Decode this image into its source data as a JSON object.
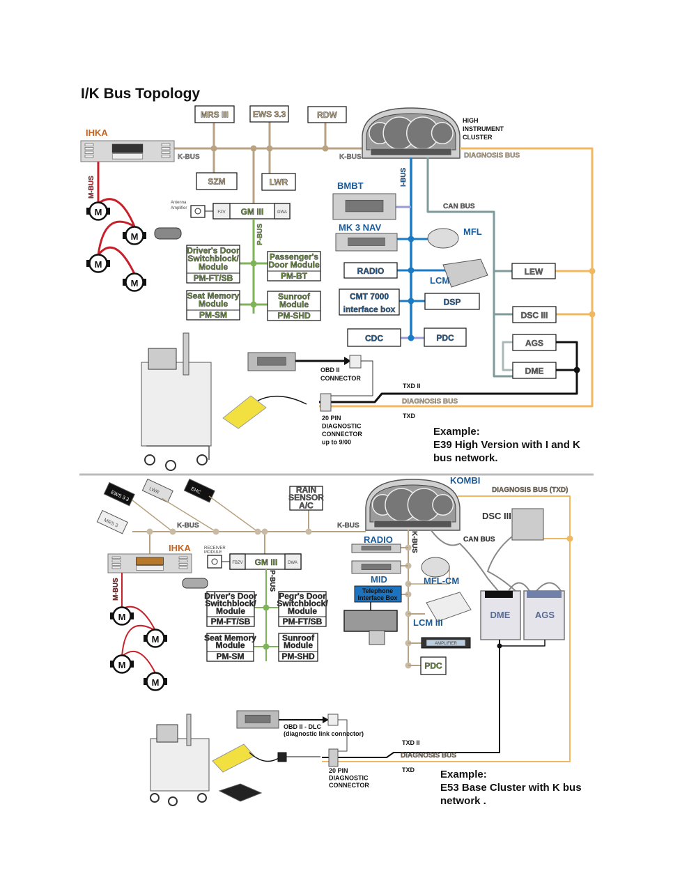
{
  "title": "I/K Bus Topology",
  "colors": {
    "k_bus": "#b8a282",
    "m_bus": "#c8202a",
    "p_bus": "#7fb35a",
    "i_bus": "#1a7ac4",
    "can_bus": "#7f9a9a",
    "diagnosis_bus": "#f0b860",
    "txd_line": "#111111",
    "module_text_tan": "#c8b088",
    "module_text_green": "#6a8f3e",
    "module_text_blue": "#1a5a98",
    "ihka_label": "#c0662a"
  },
  "top": {
    "ihka": "IHKA",
    "k_bus_1": "K-BUS",
    "k_bus_2": "K-BUS",
    "m_bus": "M-BUS",
    "p_bus": "P-BUS",
    "i_bus": "I-BUS",
    "can_bus": "CAN BUS",
    "diagnosis_bus_1": "DIAGNOSIS BUS",
    "diagnosis_bus_2": "DIAGNOSIS BUS",
    "txd_ii": "TXD II",
    "txd": "TXD",
    "cluster": [
      "HIGH",
      "INSTRUMENT",
      "CLUSTER"
    ],
    "antenna": [
      "Antenna",
      "Amplifier"
    ],
    "bmbt": "BMBT",
    "mk3nav": "MK 3 NAV",
    "mfl": "MFL",
    "lcm": "LCM",
    "obd": [
      "OBD II",
      "CONNECTOR"
    ],
    "pin": [
      "20 PIN",
      "DIAGNOSTIC",
      "CONNECTOR",
      "up to 9/00"
    ],
    "motor": "M",
    "modules": {
      "mrs": "MRS III",
      "ews": "EWS 3.3",
      "rdw": "RDW",
      "szm": "SZM",
      "lwr": "LWR",
      "gm": "GM III",
      "fzv": "FZV",
      "dwa": "DWA",
      "driver": [
        "Driver's Door",
        "Switchblock/",
        "Module",
        "PM-FT/SB"
      ],
      "passenger": [
        "Passenger's",
        "Door Module",
        "PM-BT"
      ],
      "seat": [
        "Seat Memory",
        "Module",
        "PM-SM"
      ],
      "sunroof": [
        "Sunroof",
        "Module",
        "PM-SHD"
      ],
      "radio": "RADIO",
      "cmt": [
        "CMT 7000",
        "interface box"
      ],
      "dsp": "DSP",
      "cdc": "CDC",
      "pdc": "PDC",
      "lew": "LEW",
      "dsc": "DSC III",
      "ags": "AGS",
      "dme": "DME"
    },
    "example": [
      "Example:",
      "E39 High Version with I and K",
      "bus network."
    ]
  },
  "bottom": {
    "ihka": "IHKA",
    "k_bus_1": "K-BUS",
    "k_bus_2": "K-BUS",
    "k_bus_vertical": "K-BUS",
    "m_bus": "M-BUS",
    "p_bus": "P-BUS",
    "kombi": "KOMBI",
    "diagnosis_txd": "DIAGNOSIS BUS (TXD)",
    "diagnosis_bus": "DIAGNOSIS BUS",
    "can_bus": "CAN BUS",
    "txd_ii": "TXD II",
    "txd": "TXD",
    "receiver": [
      "RECEIVER",
      "MODULE"
    ],
    "radio": "RADIO",
    "mid": "MID",
    "telephone": [
      "Telephone",
      "Interface Box"
    ],
    "mfl_cm": "MFL-CM",
    "lcm_iii": "LCM III",
    "amplifier": "AMPLIFIER",
    "dsc": "DSC III",
    "obd": [
      "OBD II - DLC",
      "(diagnostic link connector)"
    ],
    "pin": [
      "20 PIN",
      "DIAGNOSTIC",
      "CONNECTOR"
    ],
    "motor": "M",
    "device_logos": [
      "EWS 3.3",
      "LWR",
      "EHC",
      "MRS 3"
    ],
    "modules": {
      "rain": [
        "RAIN",
        "SENSOR",
        "A/C"
      ],
      "gm": "GM III",
      "fbzv": "FBZV",
      "dwa": "DWA",
      "driver": [
        "Driver's Door",
        "Switchblock/",
        "Module",
        "PM-FT/SB"
      ],
      "pegr": [
        "Pegr's Door",
        "Switchblock/",
        "Module",
        "PM-FT/SB"
      ],
      "seat": [
        "Seat Memory",
        "Module",
        "PM-SM"
      ],
      "sunroof": [
        "Sunroof",
        "Module",
        "PM-SHD"
      ],
      "pdc": "PDC",
      "dme": "DME",
      "ags": "AGS"
    },
    "example": [
      "Example:",
      "E53 Base Cluster with K bus",
      "network ."
    ]
  }
}
